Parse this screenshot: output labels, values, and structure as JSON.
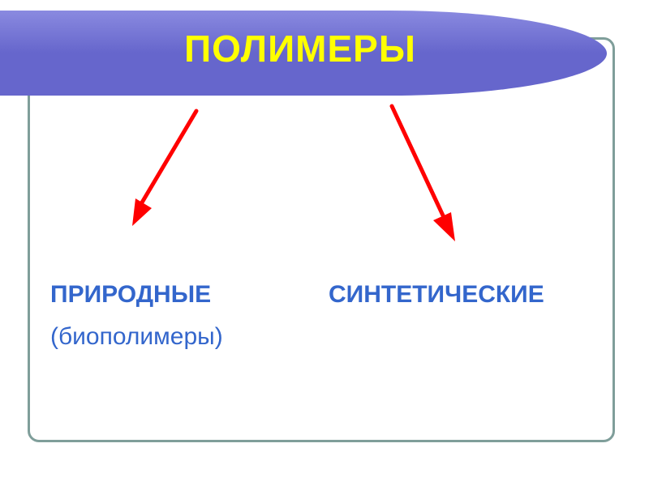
{
  "title": "ПОЛИМЕРЫ",
  "branches": [
    {
      "label": "ПРИРОДНЫЕ",
      "sublabel": "(биополимеры)"
    },
    {
      "label": "СИНТЕТИЧЕСКИЕ"
    }
  ],
  "colors": {
    "banner": "#6666cc",
    "banner_highlight": "#8a8ae0",
    "title_text": "#ffff00",
    "label_text": "#3366cc",
    "arrow": "#ff0000",
    "frame_border": "#7f9e9a"
  }
}
